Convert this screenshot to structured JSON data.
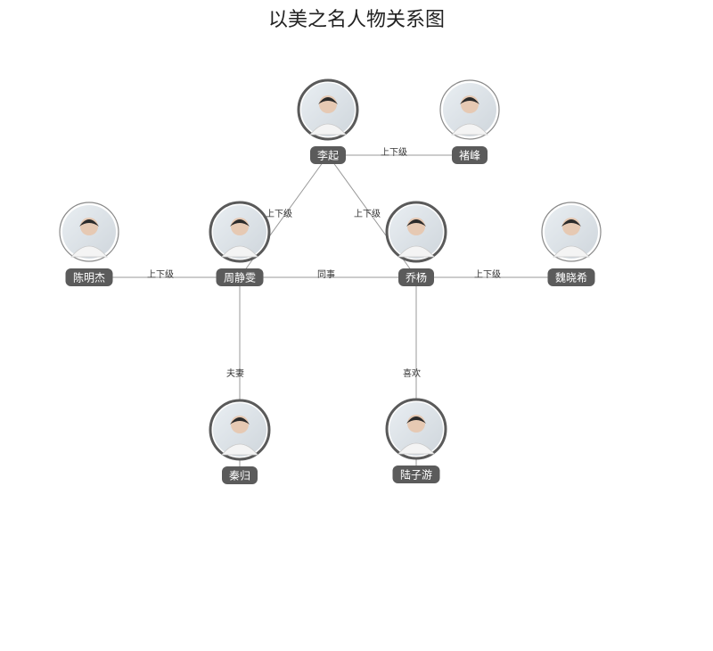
{
  "title": "以美之名人物关系图",
  "nodes": [
    {
      "id": "liqi",
      "name": "李起",
      "bold": true
    },
    {
      "id": "chufeng",
      "name": "褚峰",
      "bold": false
    },
    {
      "id": "chenmingjie",
      "name": "陈明杰",
      "bold": false
    },
    {
      "id": "zhoujingwen",
      "name": "周静雯",
      "bold": true
    },
    {
      "id": "qiaoyang",
      "name": "乔杨",
      "bold": true
    },
    {
      "id": "weixiaoxi",
      "name": "魏晓希",
      "bold": false
    },
    {
      "id": "qingui",
      "name": "秦归",
      "bold": true
    },
    {
      "id": "luziyou",
      "name": "陆子游",
      "bold": true
    }
  ],
  "edges": [
    {
      "from": "liqi",
      "to": "chufeng",
      "label": "上下级"
    },
    {
      "from": "liqi",
      "to": "zhoujingwen",
      "label": "上下级"
    },
    {
      "from": "liqi",
      "to": "qiaoyang",
      "label": "上下级"
    },
    {
      "from": "chenmingjie",
      "to": "zhoujingwen",
      "label": "上下级"
    },
    {
      "from": "zhoujingwen",
      "to": "qiaoyang",
      "label": "同事"
    },
    {
      "from": "qiaoyang",
      "to": "weixiaoxi",
      "label": "上下级"
    },
    {
      "from": "zhoujingwen",
      "to": "qingui",
      "label": "夫妻"
    },
    {
      "from": "qiaoyang",
      "to": "luziyou",
      "label": "喜欢"
    }
  ]
}
